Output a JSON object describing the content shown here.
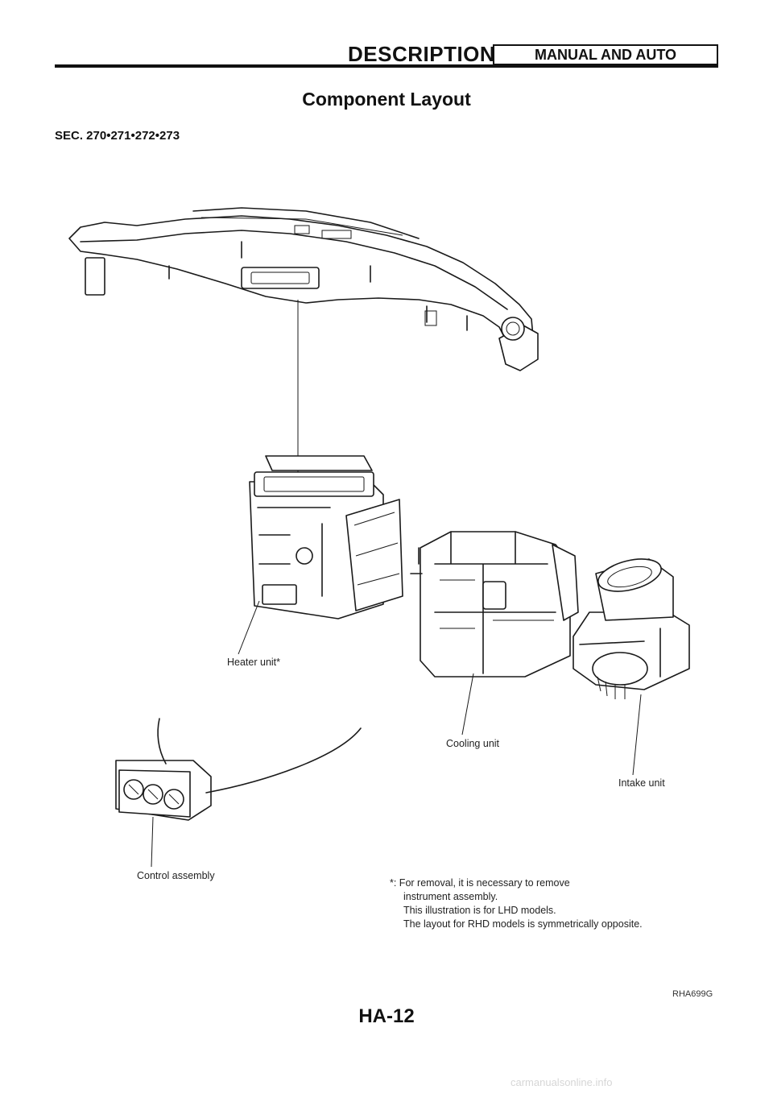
{
  "header": {
    "section_title": "DESCRIPTION",
    "section_badge": "MANUAL AND AUTO"
  },
  "page_title": "Component Layout",
  "sec_code": "SEC. 270•271•272•273",
  "components": {
    "heater_unit": "Heater unit*",
    "cooling_unit": "Cooling unit",
    "intake_unit": "Intake unit",
    "control_assembly": "Control assembly"
  },
  "notes": {
    "line1": "*: For removal, it is necessary to remove",
    "line2": "instrument assembly.",
    "line3": "This illustration is for LHD models.",
    "line4": "The layout for RHD models is symmetrically opposite."
  },
  "figure_code": "RHA699G",
  "page_number": "HA-12",
  "watermark": "carmanualsonline.info"
}
